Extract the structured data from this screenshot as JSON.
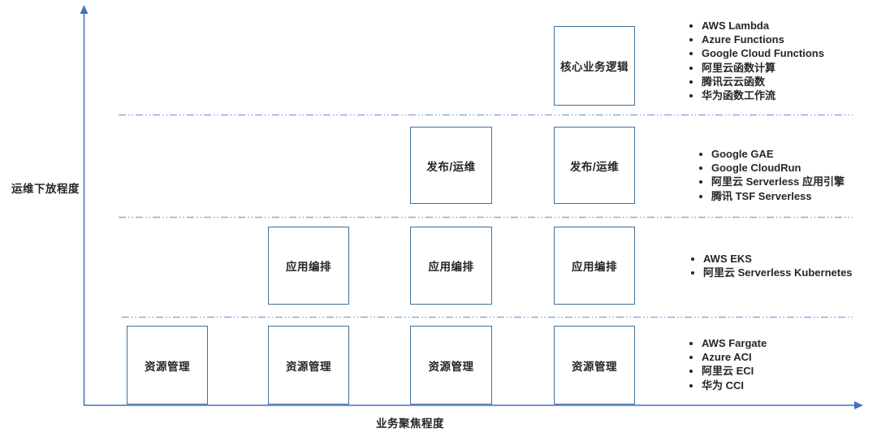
{
  "diagram": {
    "y_axis_label": "运维下放程度",
    "x_axis_label": "业务聚焦程度",
    "rows": [
      {
        "label": "核心业务逻辑",
        "box_count": 1,
        "products": [
          "AWS Lambda",
          "Azure Functions",
          "Google Cloud Functions",
          "阿里云函数计算",
          "腾讯云云函数",
          "华为函数工作流"
        ]
      },
      {
        "label": "发布/运维",
        "box_count": 2,
        "products": [
          "Google GAE",
          "Google CloudRun",
          "阿里云 Serverless 应用引擎",
          "腾讯 TSF Serverless"
        ]
      },
      {
        "label": "应用编排",
        "box_count": 3,
        "products": [
          "AWS EKS",
          "阿里云 Serverless Kubernetes"
        ]
      },
      {
        "label": "资源管理",
        "box_count": 4,
        "products": [
          "AWS Fargate",
          "Azure ACI",
          "阿里云 ECI",
          "华为 CCI"
        ]
      }
    ],
    "colors": {
      "axis": "#4472c4",
      "box_border": "#41719c",
      "separator": "#8faadc",
      "text": "#262626"
    }
  }
}
